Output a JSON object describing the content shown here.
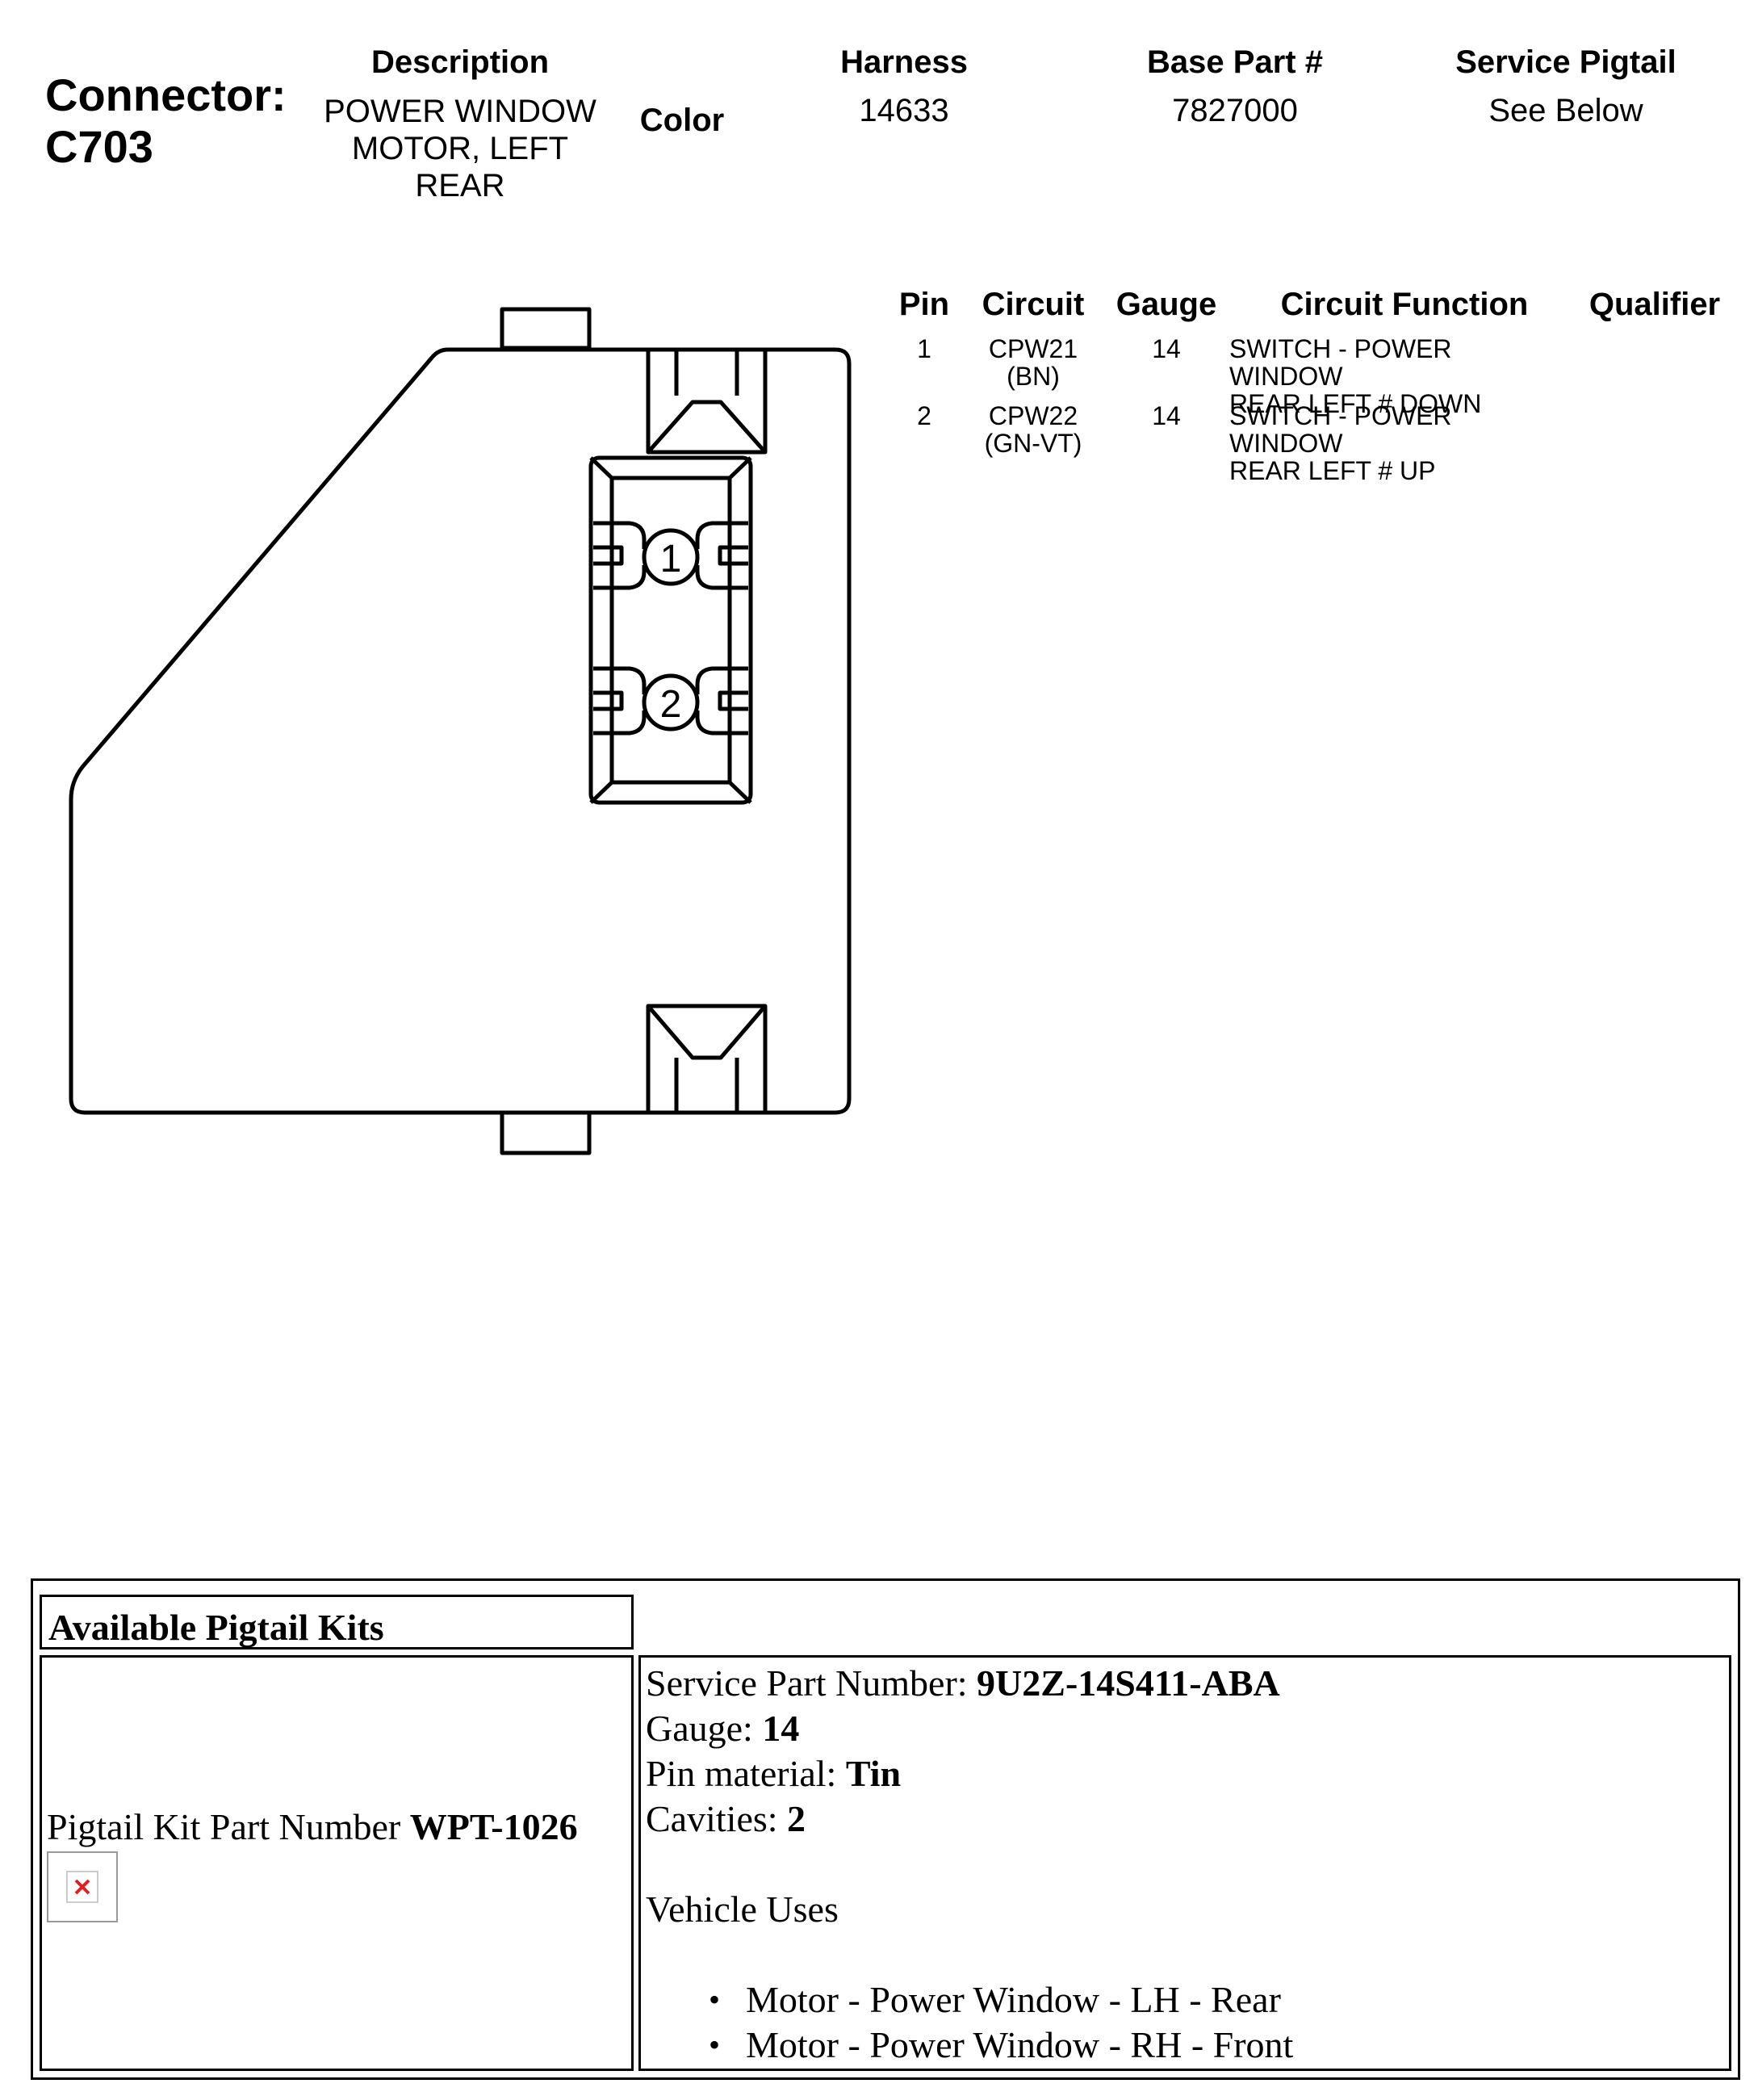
{
  "header": {
    "connector_label": "Connector:",
    "connector_id": "C703",
    "description_label": "Description",
    "description_value": [
      "POWER WINDOW",
      "MOTOR, LEFT",
      "REAR"
    ],
    "color_label": "Color",
    "harness_label": "Harness",
    "harness_value": "14633",
    "base_part_label": "Base Part #",
    "base_part_value": "7827000",
    "service_pigtail_label": "Service Pigtail",
    "service_pigtail_value": "See Below"
  },
  "pin_table": {
    "headers": [
      "Pin",
      "Circuit",
      "Gauge",
      "Circuit Function",
      "Qualifier"
    ],
    "rows": [
      {
        "pin": "1",
        "circuit": [
          "CPW21",
          "(BN)"
        ],
        "gauge": "14",
        "function": [
          "SWITCH - POWER WINDOW",
          "REAR LEFT # DOWN"
        ],
        "qualifier": ""
      },
      {
        "pin": "2",
        "circuit": [
          "CPW22",
          "(GN-VT)"
        ],
        "gauge": "14",
        "function": [
          "SWITCH - POWER WINDOW",
          "REAR LEFT # UP"
        ],
        "qualifier": ""
      }
    ]
  },
  "diagram": {
    "pin_labels": [
      "1",
      "2"
    ]
  },
  "pigtail": {
    "section_title": "Available Pigtail Kits",
    "kit_label": "Pigtail Kit Part Number",
    "kit_number": "WPT-1026",
    "service_part_label": "Service Part Number:",
    "service_part_value": "9U2Z-14S411-ABA",
    "gauge_label": "Gauge:",
    "gauge_value": "14",
    "pin_material_label": "Pin material:",
    "pin_material_value": "Tin",
    "cavities_label": "Cavities:",
    "cavities_value": "2",
    "vehicle_uses_label": "Vehicle Uses",
    "vehicle_uses": [
      "Motor - Power Window - LH - Rear",
      "Motor - Power Window - RH - Front"
    ]
  }
}
